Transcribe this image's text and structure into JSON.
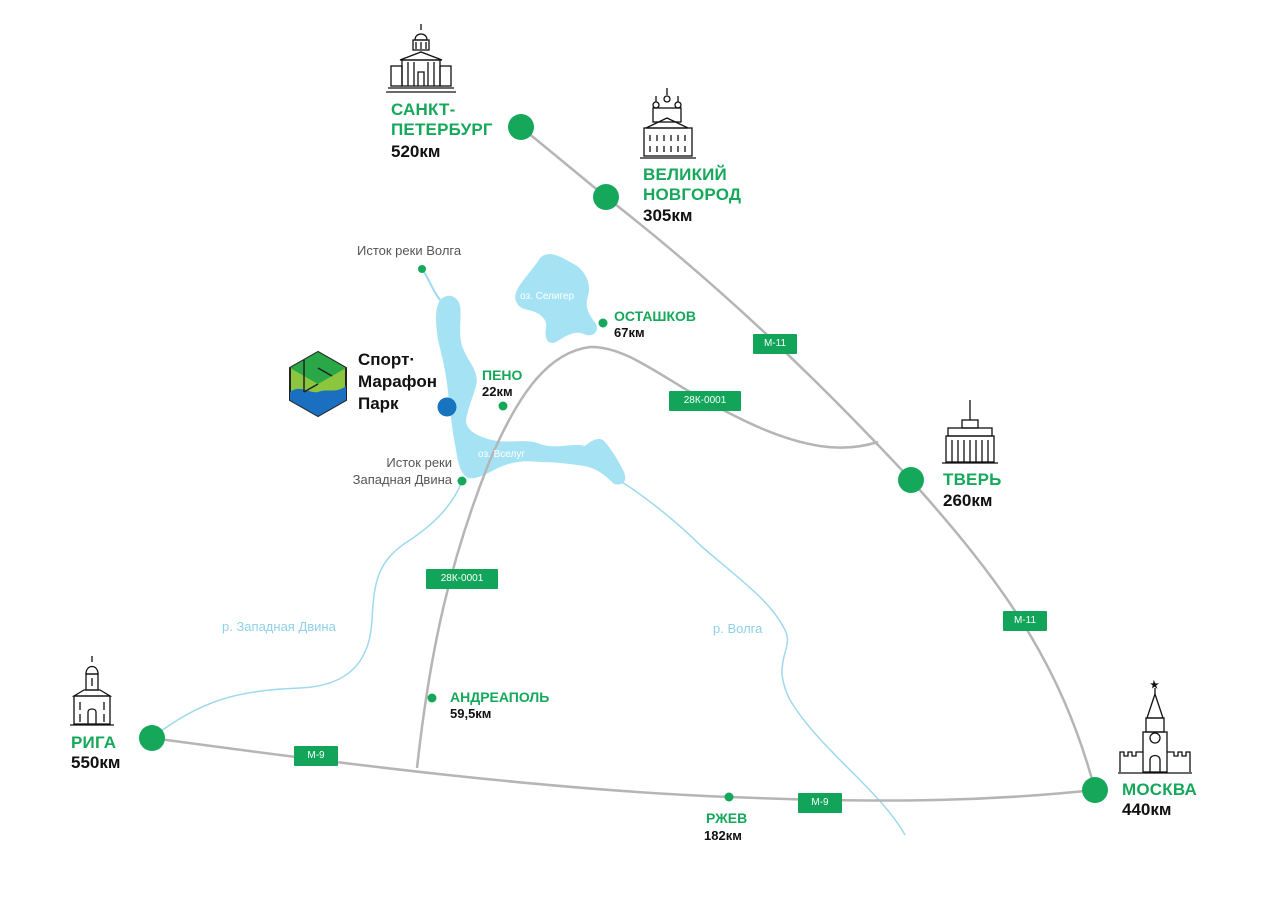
{
  "cities": {
    "spb": {
      "name_line1": "САНКТ-",
      "name_line2": "ПЕТЕРБУРГ",
      "distance": "520км",
      "icon": "cathedral-icon"
    },
    "novgorod": {
      "name_line1": "ВЕЛИКИЙ",
      "name_line2": "НОВГОРОД",
      "distance": "305км",
      "icon": "kremlin-church-icon"
    },
    "tver": {
      "name": "ТВЕРЬ",
      "distance": "260км",
      "icon": "palace-icon"
    },
    "moscow": {
      "name": "МОСКВА",
      "distance": "440км",
      "icon": "spasskaya-tower-icon"
    },
    "riga": {
      "name": "РИГА",
      "distance": "550км",
      "icon": "riga-church-icon"
    }
  },
  "towns": {
    "ostashkov": {
      "name": "ОСТАШКОВ",
      "distance": "67км"
    },
    "peno": {
      "name": "ПЕНО",
      "distance": "22км"
    },
    "andreapol": {
      "name": "АНДРЕАПОЛЬ",
      "distance": "59,5км"
    },
    "rzhev": {
      "name": "РЖЕВ",
      "distance": "182км"
    }
  },
  "labels": {
    "volga_source": "Исток реки Волга",
    "dvina_source_line1": "Исток реки",
    "dvina_source_line2": "Западная Двина",
    "river_dvina": "р. Западная Двина",
    "river_volga": "р. Волга",
    "lake_seliger": "оз. Селигер",
    "lake_vselug": "оз. Вселуг"
  },
  "roads": {
    "m11_a": "М-11",
    "m11_b": "М-11",
    "r28k_a": "28К-0001",
    "r28k_b": "28К-0001",
    "m9_a": "М-9",
    "m9_b": "М-9"
  },
  "logo": {
    "line1": "Спорт·",
    "line2": "Марафон",
    "line3": "Парк",
    "icon": "sport-marathon-park-logo-icon"
  },
  "colors": {
    "accent_green": "#16a85a",
    "road_gray": "#b5b5b5",
    "water_blue": "#a5e3f4",
    "river_blue": "#9fd9ee",
    "park_marker_blue": "#1775c0",
    "text_dark": "#111111"
  }
}
